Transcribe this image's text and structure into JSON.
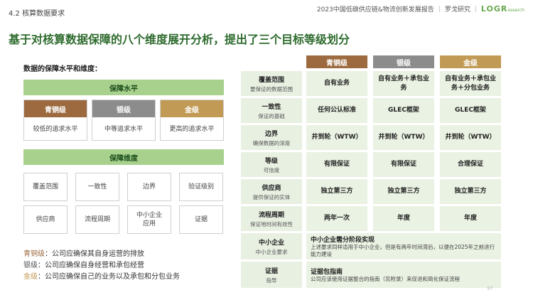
{
  "header": {
    "section": "4.2 核算数据要求",
    "report": "2023中国低碳供应链&物流创新发展报告",
    "org": "罗戈研究",
    "logo_main": "LOGR",
    "logo_sub": "esearch"
  },
  "title": "基于对核算数据保障的八个维度展开分析，提出了三个目标等级划分",
  "left": {
    "subtitle": "数据的保障水平和维度：",
    "level_bar": "保障水平",
    "levels": [
      {
        "name": "青铜级",
        "desc": "较低的追求水平"
      },
      {
        "name": "银级",
        "desc": "中等追求水平"
      },
      {
        "name": "金级",
        "desc": "更高的追求水平"
      }
    ],
    "dim_bar": "保障维度",
    "dimensions": [
      "覆盖范围",
      "一致性",
      "边界",
      "验证级别",
      "供应商",
      "流程周期",
      "中小企业\n应用",
      "证据"
    ],
    "legend": [
      {
        "key": "青铜级",
        "text": "：公司应确保其自身运营的排放",
        "color": "#9c6a3e"
      },
      {
        "key": "银级",
        "text": "：公司应确保自身经营和承包经营",
        "color": "#555555"
      },
      {
        "key": "金级",
        "text": "：公司应确保自己的业务以及承包和分包业务",
        "color": "#c19a55"
      }
    ]
  },
  "table": {
    "columns": [
      "青铜级",
      "银级",
      "金级"
    ],
    "rows": [
      {
        "title": "覆盖范围",
        "sub": "要保证的数据范围",
        "cells": [
          "自有业务",
          "自有业务＋承包业\n务",
          "自有业务＋承包业\n务＋分包业务"
        ]
      },
      {
        "title": "一致性",
        "sub": "保证的基础",
        "cells": [
          "任何公认标准",
          "GLEC框架",
          "GLEC框架"
        ]
      },
      {
        "title": "边界",
        "sub": "确保数据的深度",
        "cells": [
          "井到轮（WTW）",
          "井到轮（WTW）",
          "井到轮（WTW）"
        ]
      },
      {
        "title": "等级",
        "sub": "可信度",
        "cells": [
          "有限保证",
          "有限保证",
          "合理保证"
        ]
      },
      {
        "title": "供应商",
        "sub": "提供保证的实体",
        "cells": [
          "独立第三方",
          "独立第三方",
          "独立第三方"
        ]
      },
      {
        "title": "流程周期",
        "sub": "保证地时间有效性",
        "cells": [
          "两年一次",
          "年度",
          "年度"
        ]
      }
    ],
    "wide_rows": [
      {
        "title": "中小企业",
        "sub": "中小企业要求",
        "head": "中小企业需分阶段实现",
        "body": "上述要求同样适用于中小企业，但是有两年时间滞后，以便在2025年之前进行能力建设"
      },
      {
        "title": "证据",
        "sub": "指导",
        "head": "证据包指南",
        "body": "公司应该使用证据整合的指南（见附录）来促进和简化保证流程"
      }
    ]
  },
  "page_number": "97",
  "colors": {
    "bronze": "#9c6a3e",
    "silver": "#8c8c8c",
    "gold": "#c19a55",
    "green": "#a9d18e",
    "title": "#2e6b2e"
  }
}
